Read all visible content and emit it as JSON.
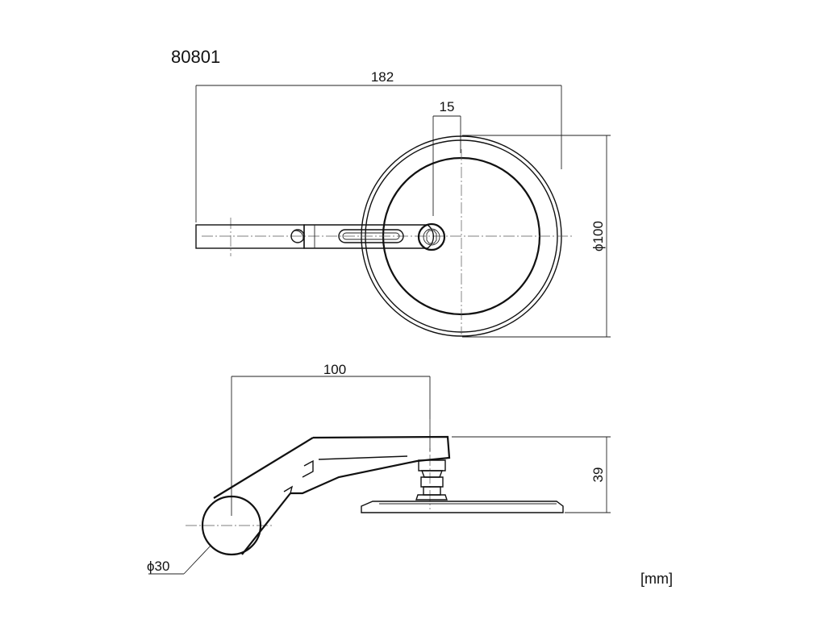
{
  "drawing": {
    "part_number": "80801",
    "units": "[mm]",
    "top_view": {
      "dim_overall_length": "182",
      "dim_offset": "15",
      "dim_mirror_diameter": "ϕ100"
    },
    "side_view": {
      "dim_reach": "100",
      "dim_height": "39",
      "dim_bar_diameter": "ϕ30"
    }
  }
}
